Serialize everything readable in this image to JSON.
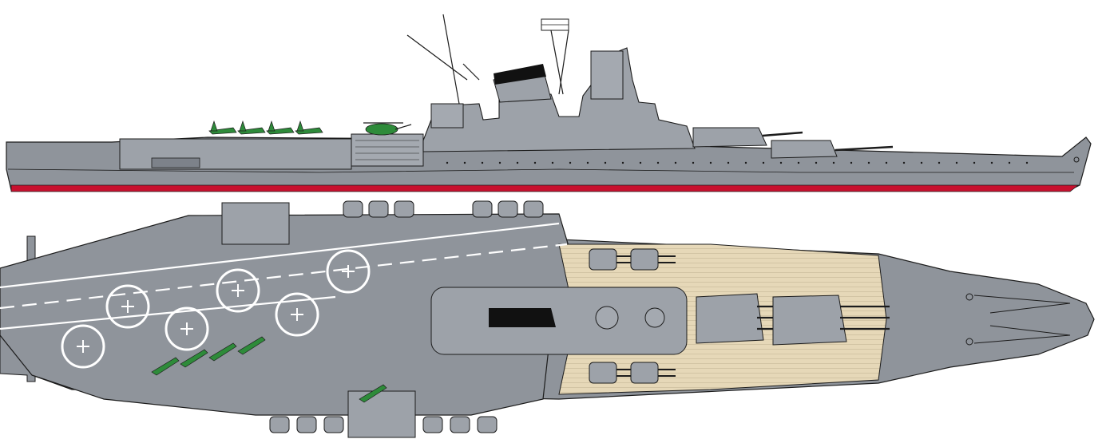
{
  "figure": {
    "kind": "ship profile and plan drawing",
    "views": [
      "side-profile",
      "top-plan"
    ]
  },
  "colors": {
    "hull_gray": "#8f949b",
    "hull_gray_light": "#a4a9b0",
    "superstructure_gray": "#9da2a9",
    "outline": "#1c1c1c",
    "boot_topping_red": "#c8102e",
    "wood_deck": "#e6d8b8",
    "wood_plank_line": "#cdbf9f",
    "deck_marking_white": "#ffffff",
    "funnel_black": "#111111",
    "aircraft_green": "#2e8b3a",
    "window_black": "#1a1a1a"
  },
  "icons": {
    "helipad": "circle-cross-icon",
    "aircraft": "jet-aircraft-icon",
    "helicopter": "helicopter-icon",
    "main_turret": "triple-gun-turret-icon",
    "secondary_turret": "twin-gun-turret-icon",
    "anchor": "anchor-icon"
  },
  "counts": {
    "profile_aircraft": 4,
    "profile_helicopters": 1,
    "plan_helipads": 6,
    "plan_main_turrets": 2,
    "plan_secondary_turrets": 4,
    "plan_deck_aircraft": 5
  }
}
